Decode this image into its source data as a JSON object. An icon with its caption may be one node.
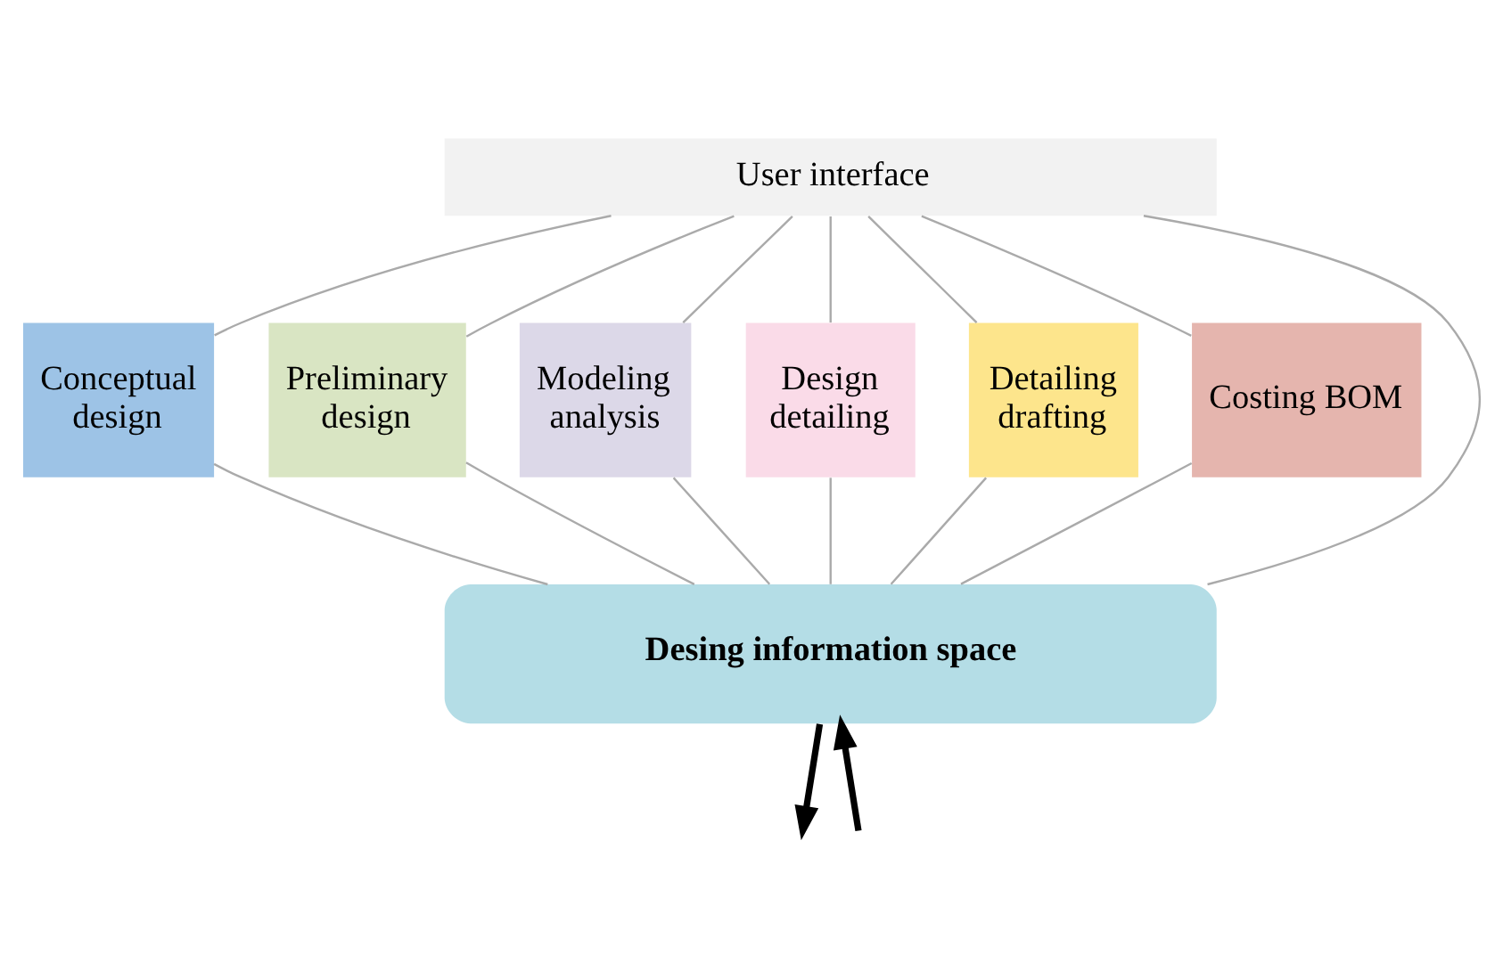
{
  "diagram": {
    "nodes": [
      {
        "text": [
          "User interface"
        ]
      },
      {
        "text": [
          "Conceptual design"
        ]
      },
      {
        "text": [
          "Preliminary design"
        ]
      },
      {
        "text": [
          "Modeling analysis"
        ]
      },
      {
        "text": [
          "Design detailing"
        ]
      },
      {
        "text": [
          "Detailing drafting"
        ]
      },
      {
        "text": [
          "Costing BOM"
        ]
      },
      {
        "text": [
          "Desing information space"
        ]
      }
    ],
    "edges": [
      {
        "from": 0,
        "to": 1,
        "arrow": "none"
      },
      {
        "from": 0,
        "to": 2,
        "arrow": "none"
      },
      {
        "from": 0,
        "to": 3,
        "arrow": "none"
      },
      {
        "from": 0,
        "to": 7,
        "arrow": "none"
      },
      {
        "from": 0,
        "to": 4,
        "arrow": "none"
      },
      {
        "from": 0,
        "to": 5,
        "arrow": "none"
      },
      {
        "from": 0,
        "to": 6,
        "arrow": "none"
      },
      {
        "from": 1,
        "to": 7,
        "arrow": "none"
      },
      {
        "from": 2,
        "to": 7,
        "arrow": "none"
      },
      {
        "from": 3,
        "to": 7,
        "arrow": "none"
      },
      {
        "from": 4,
        "to": 7,
        "arrow": "none"
      },
      {
        "from": 5,
        "to": 7,
        "arrow": "none"
      },
      {
        "from": 6,
        "to": 7,
        "arrow": "none"
      },
      {
        "from": null,
        "to": 7,
        "arrow": "to",
        "style": "thick",
        "color": "#000000"
      },
      {
        "from": 7,
        "to": null,
        "arrow": "to",
        "style": "thick",
        "color": "#000000"
      }
    ]
  }
}
